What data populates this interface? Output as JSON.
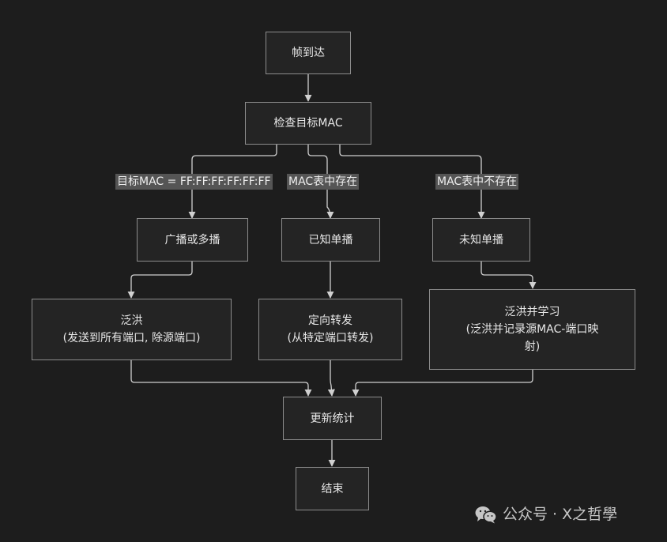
{
  "nodes": {
    "arrive": "帧到达",
    "check": "检查目标MAC",
    "bcast": "广播或多播",
    "known": "已知单播",
    "unknown": "未知单播",
    "flood1_title": "泛洪",
    "flood1_detail": "(发送到所有端口, 除源端口)",
    "fwd_title": "定向转发",
    "fwd_detail": "(从特定端口转发)",
    "learn_title": "泛洪并学习",
    "learn_detail_1": "(泛洪并记录源MAC-端口映",
    "learn_detail_2": "射)",
    "stats": "更新统计",
    "end": "结束"
  },
  "edge_labels": {
    "broadcast": "目标MAC = FF:FF:FF:FF:FF:FF",
    "in_table": "MAC表中存在",
    "not_in_table": "MAC表中不存在"
  },
  "watermark": {
    "text": "公众号 · X之哲學",
    "icon": "wechat-icon"
  },
  "colors": {
    "background": "#1d1d1d",
    "node_fill": "#242424",
    "node_border": "#8c8c8c",
    "edge": "#d0d0d0",
    "label_bg": "#555555"
  }
}
